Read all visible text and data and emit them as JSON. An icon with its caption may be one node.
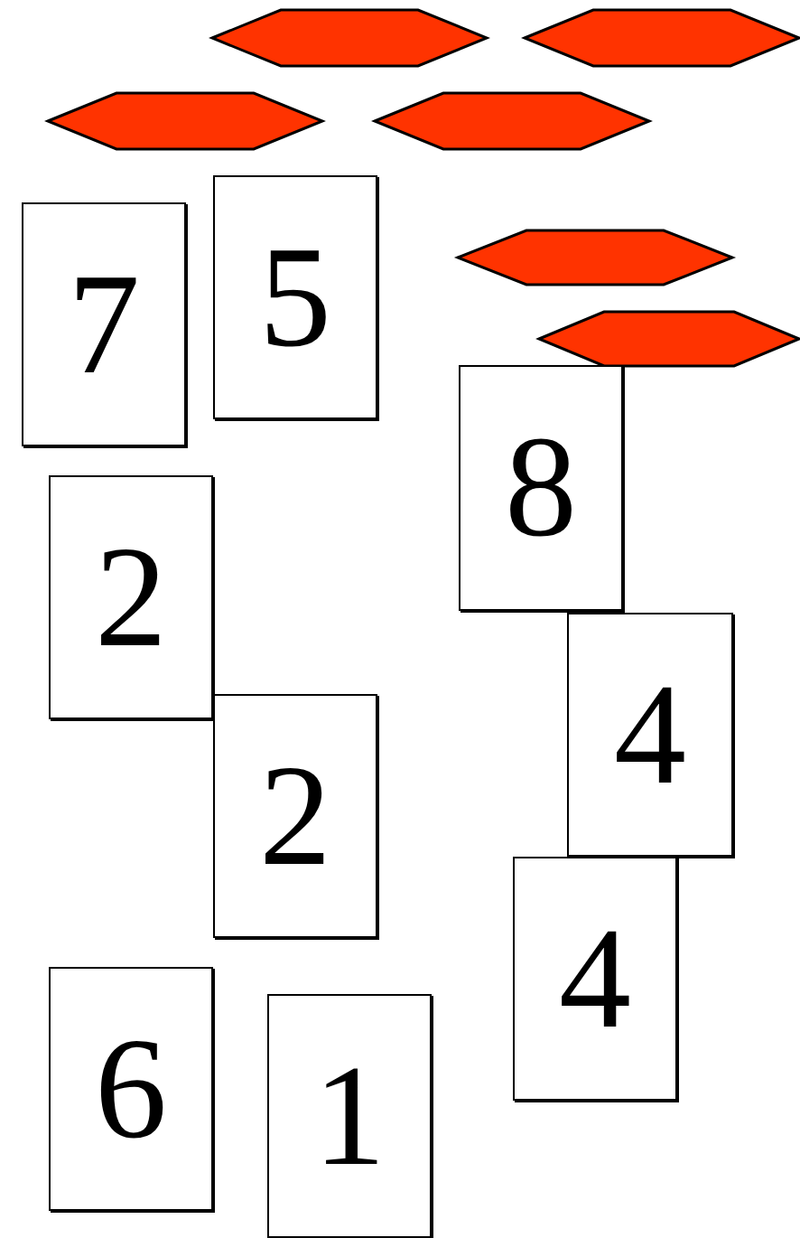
{
  "diagram": {
    "nodes": [
      {
        "text": [],
        "shape": "hexagon"
      },
      {
        "text": [],
        "shape": "hexagon"
      },
      {
        "text": [],
        "shape": "hexagon"
      },
      {
        "text": [],
        "shape": "hexagon"
      },
      {
        "text": [
          "5"
        ]
      },
      {
        "text": [
          "7"
        ]
      },
      {
        "text": [],
        "shape": "hexagon"
      },
      {
        "text": [],
        "shape": "hexagon"
      },
      {
        "text": [
          "8"
        ]
      },
      {
        "text": [
          "2"
        ]
      },
      {
        "text": [
          "4"
        ]
      },
      {
        "text": [
          "2"
        ]
      },
      {
        "text": [
          "4"
        ]
      },
      {
        "text": [
          "6"
        ]
      },
      {
        "text": [
          "1"
        ]
      }
    ]
  }
}
